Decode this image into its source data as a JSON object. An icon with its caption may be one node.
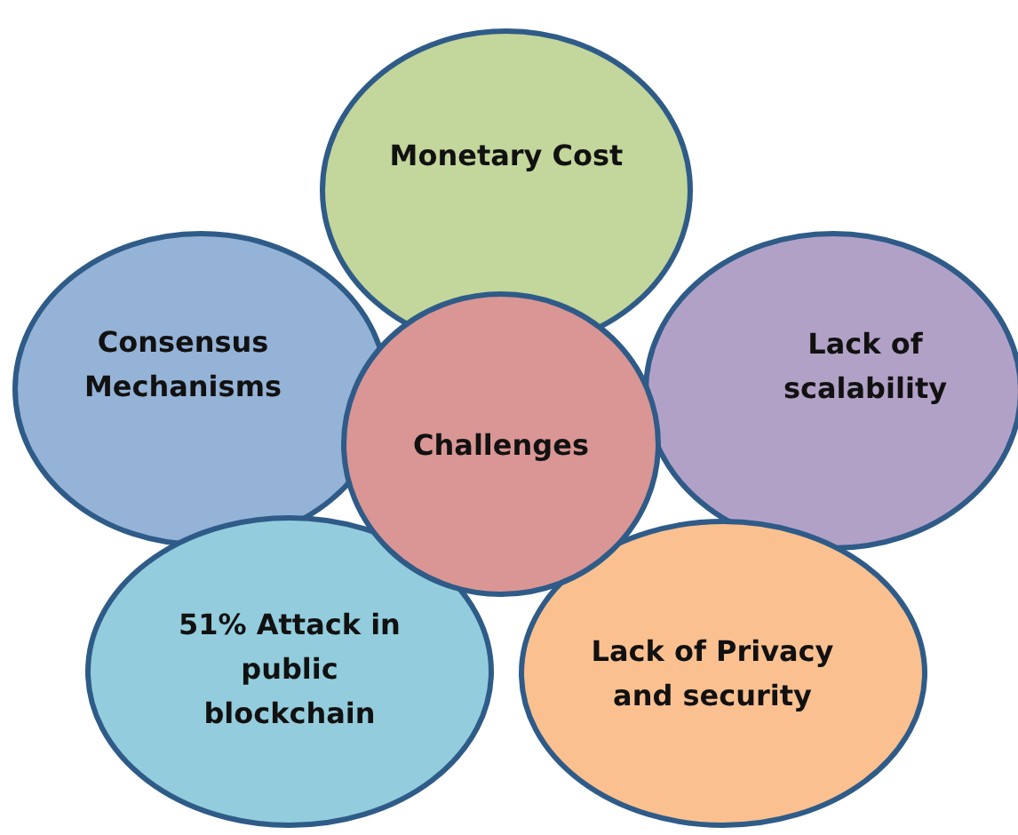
{
  "diagram": {
    "nodes": [
      {
        "text": [
          "Monetary Cost"
        ]
      },
      {
        "text": [
          "Consensus Mechanisms"
        ]
      },
      {
        "text": [
          "Challenges"
        ]
      },
      {
        "text": [
          "Lack of scalability"
        ]
      },
      {
        "text": [
          "51% Attack in public blockchain"
        ]
      },
      {
        "text": [
          "Lack of Privacy and security"
        ]
      }
    ]
  }
}
